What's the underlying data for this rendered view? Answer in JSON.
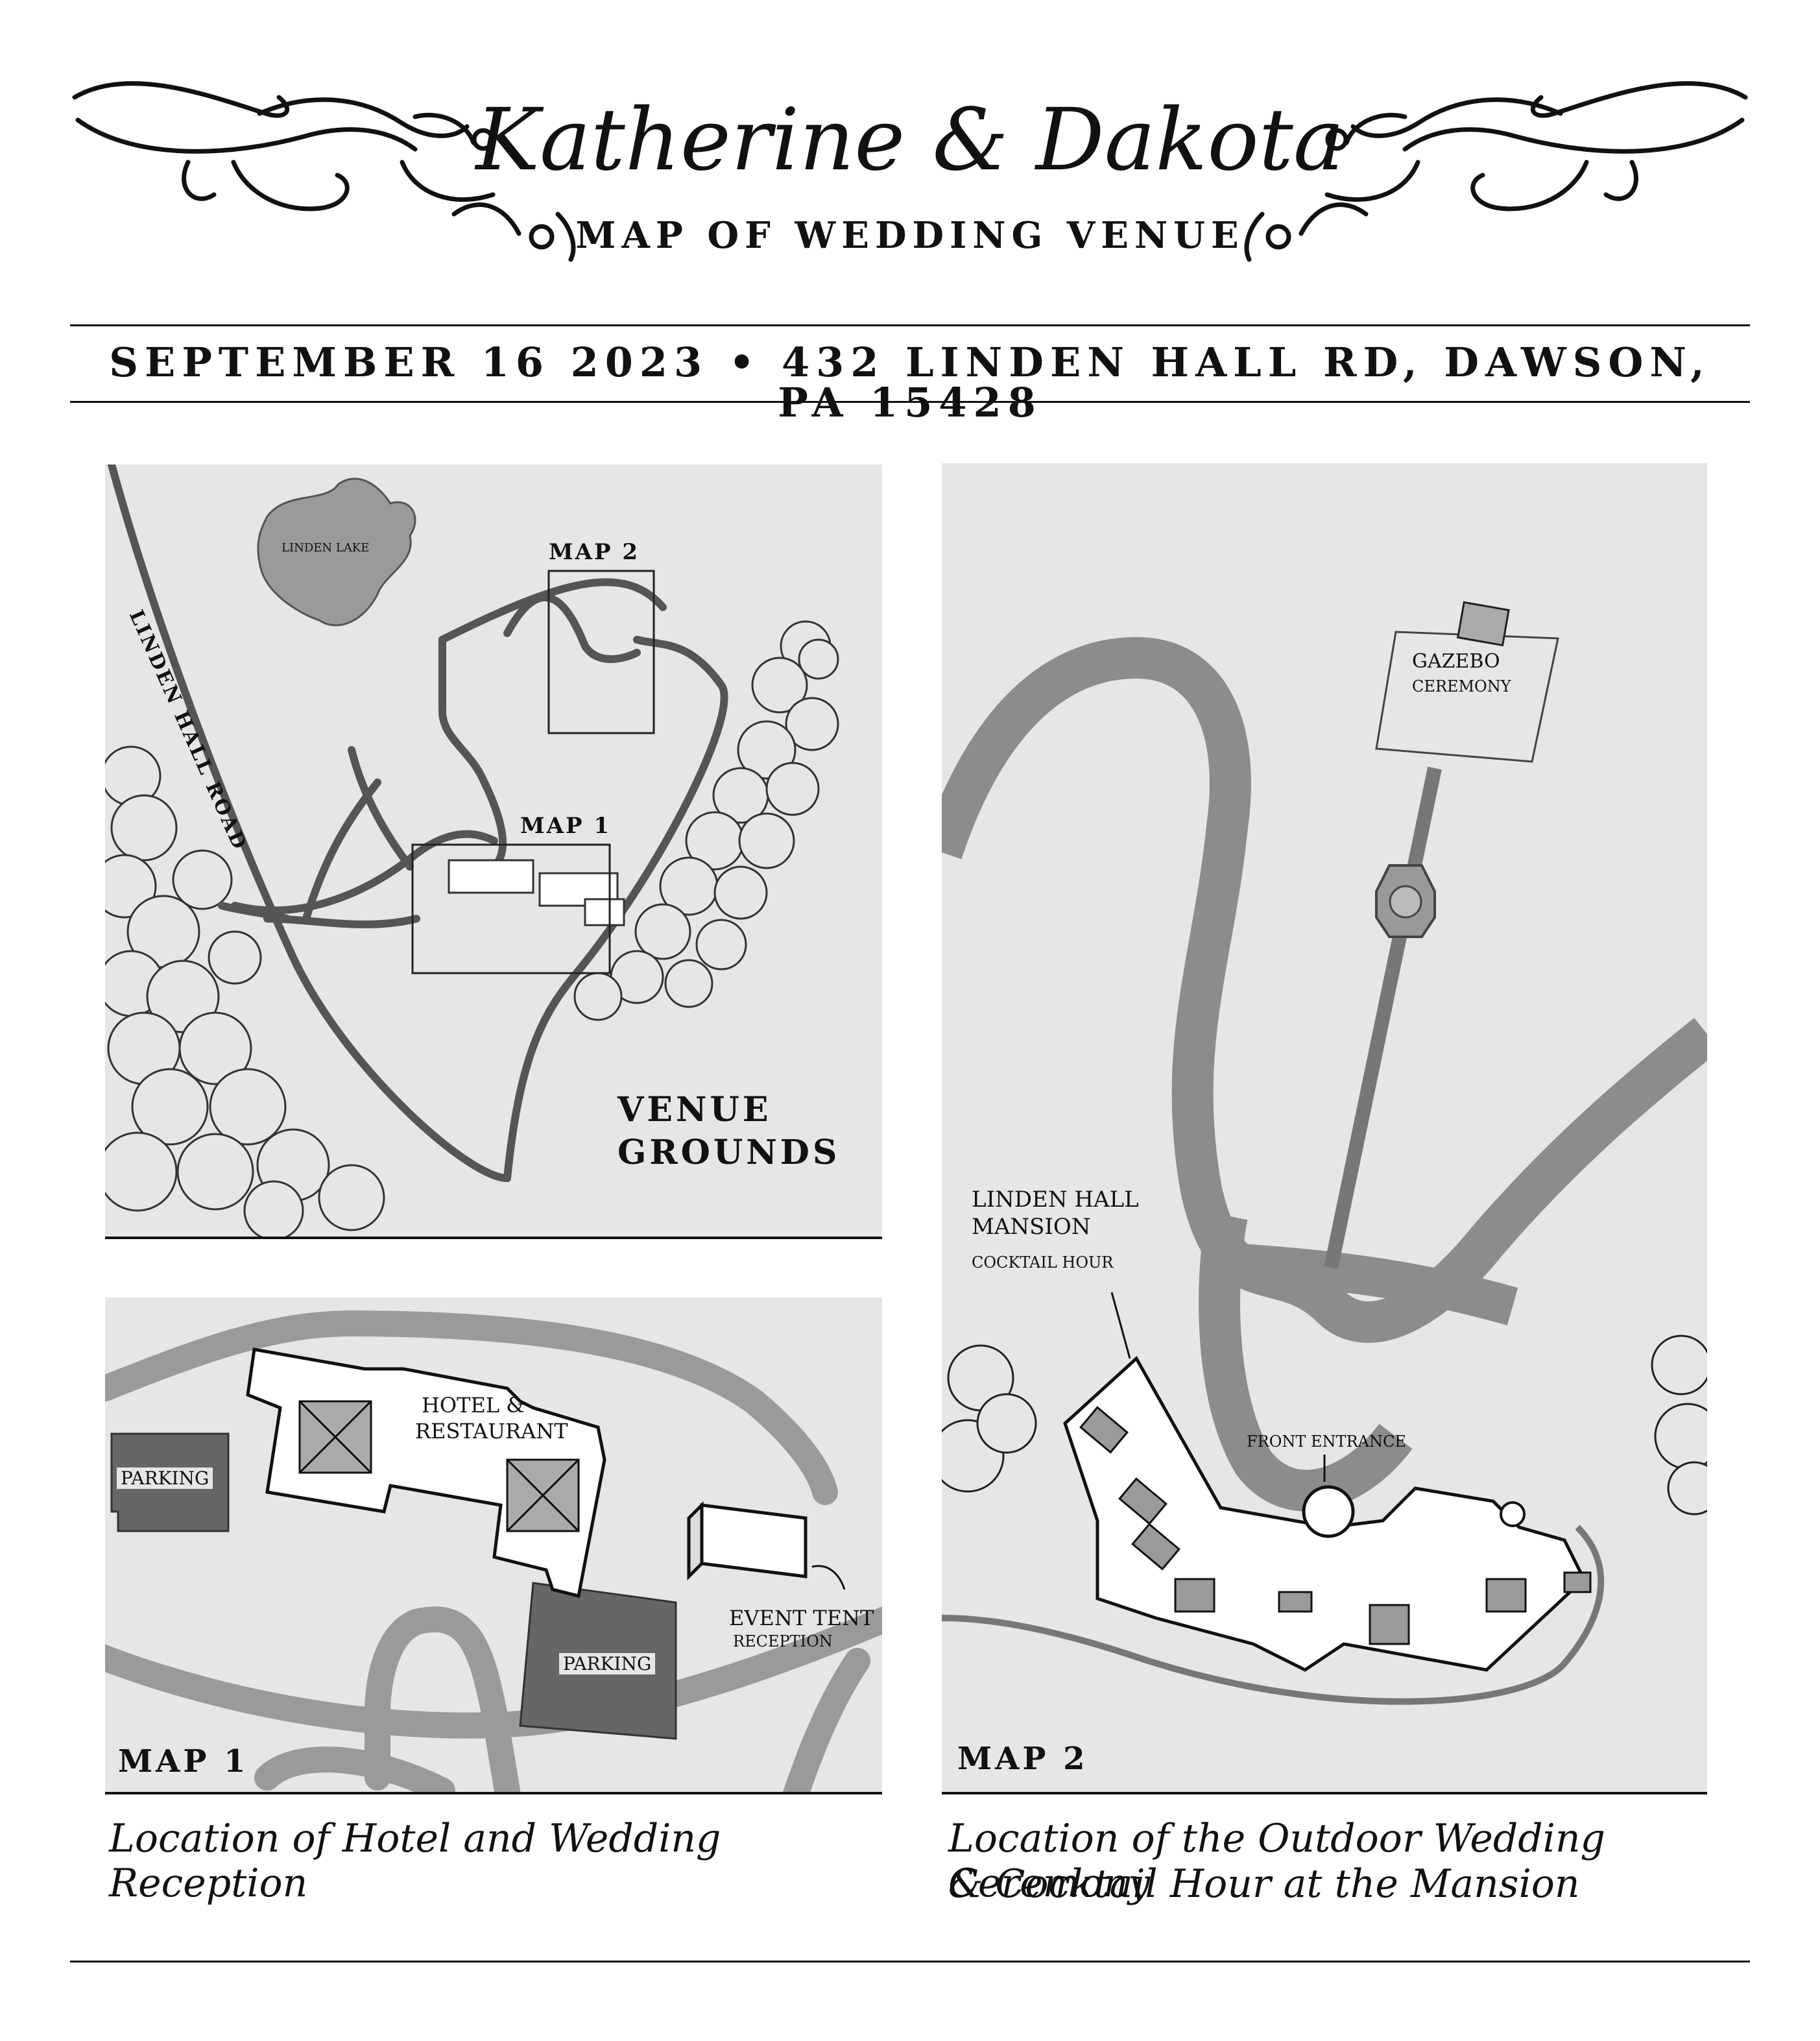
{
  "header": {
    "title": "Katherine & Dakota",
    "subtitle": "MAP OF WEDDING VENUE",
    "dateline": "SEPTEMBER 16 2023 • 432 LINDEN HALL RD, DAWSON, PA 15428"
  },
  "venue_map": {
    "road_label": "LINDEN HALL ROAD",
    "lake_label": "LINDEN LAKE",
    "map2_box_label": "MAP 2",
    "map1_box_label": "MAP 1",
    "grounds_line1": "VENUE",
    "grounds_line2": "GROUNDS"
  },
  "map1": {
    "hotel_line1": "HOTEL &",
    "hotel_line2": "RESTAURANT",
    "parking_left": "PARKING",
    "parking_right": "PARKING",
    "tent_label": "EVENT TENT",
    "tent_sub": "RECEPTION",
    "corner_label": "MAP 1",
    "caption": "Location of Hotel and Wedding Reception"
  },
  "map2": {
    "gazebo_label": "GAZEBO",
    "gazebo_sub": "CEREMONY",
    "mansion_line1": "LINDEN HALL",
    "mansion_line2": "MANSION",
    "mansion_sub": "COCKTAIL HOUR",
    "entrance_label": "FRONT ENTRANCE",
    "corner_label": "MAP 2",
    "caption_line1": "Location of the Outdoor Wedding Ceremony",
    "caption_line2": "& Cocktail Hour at the Mansion"
  }
}
